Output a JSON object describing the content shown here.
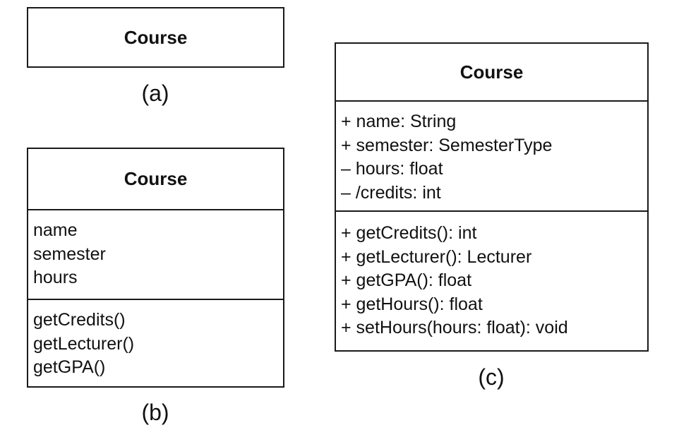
{
  "diagrams": {
    "a": {
      "class_name": "Course",
      "caption": "(a)"
    },
    "b": {
      "class_name": "Course",
      "attributes": [
        "name",
        "semester",
        "hours"
      ],
      "operations": [
        "getCredits()",
        "getLecturer()",
        "getGPA()"
      ],
      "caption": "(b)"
    },
    "c": {
      "class_name": "Course",
      "attributes": [
        "+ name: String",
        "+ semester: SemesterType",
        "– hours: float",
        "– /credits: int"
      ],
      "operations": [
        "+ getCredits(): int",
        "+ getLecturer(): Lecturer",
        "+ getGPA(): float",
        "+ getHours(): float",
        "+ setHours(hours: float): void"
      ],
      "caption": "(c)"
    }
  }
}
